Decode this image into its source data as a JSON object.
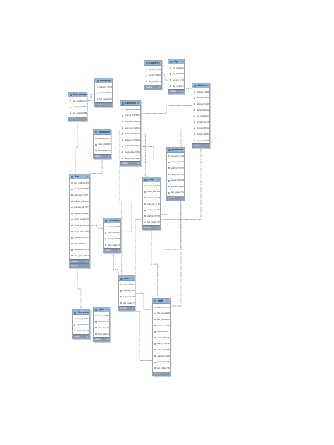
{
  "colors": {
    "header": "#9bb7d4",
    "section": "#8b9aad",
    "connector": "#555555",
    "primary_key": "#d9a520"
  },
  "tables": [
    {
      "id": "film_category",
      "name": "film_category",
      "columns": [
        "film_id SMALLINT(5)",
        "category_id TINYINT(3)",
        "last_update TIMESTAMP"
      ],
      "sections": [
        "Indexes"
      ]
    },
    {
      "id": "category",
      "name": "category",
      "columns": [
        "category_id TINYINT(3)",
        "name VARCHAR(25)",
        "last_update TIMESTAMP"
      ],
      "sections": [
        "Indexes"
      ]
    },
    {
      "id": "language",
      "name": "language",
      "columns": [
        "language_id TINYINT(3)",
        "name CHAR(20)",
        "last_update TIMESTAMP"
      ],
      "sections": [
        "Indexes"
      ]
    },
    {
      "id": "film",
      "name": "film",
      "columns": [
        "film_id SMALLINT(5)",
        "title VARCHAR(255)",
        "description TEXT",
        "release_year YEAR(4)",
        "language_id TINYINT(3)",
        "original_language_id TINYINT(3)",
        "rental_duration TINYINT(3)",
        "rental_rate DECIMAL(4,2)",
        "length SMALLINT(5)",
        "replacement_cost DECIMAL(5,2)",
        "rating ENUM(...)",
        "special_features SET(...)",
        "last_update TIMESTAMP"
      ],
      "sections": [
        "Indexes",
        "Triggers"
      ]
    },
    {
      "id": "film_actor",
      "name": "film_actor",
      "columns": [
        "actor_id SMALLINT(5)",
        "film_id SMALLINT(5)",
        "last_update TIMESTAMP"
      ],
      "sections": [
        "Indexes"
      ]
    },
    {
      "id": "actor",
      "name": "actor",
      "columns": [
        "actor_id SMALLINT(5)",
        "first_name VARCHAR(45)",
        "last_name VARCHAR(45)",
        "last_update TIMESTAMP"
      ],
      "sections": [
        "Indexes"
      ]
    },
    {
      "id": "inventory",
      "name": "inventory",
      "columns": [
        "inventory_id MEDIUMINT(8)",
        "film_id SMALLINT(5)",
        "store_id TINYINT(3)",
        "last_update TIMESTAMP"
      ],
      "sections": [
        "Indexes"
      ]
    },
    {
      "id": "customer",
      "name": "customer",
      "columns": [
        "customer_id SMALLINT(5)",
        "store_id TINYINT(3)",
        "first_name VARCHAR(45)",
        "last_name VARCHAR(45)",
        "email VARCHAR(50)",
        "address_id SMALLINT(5)",
        "active TINYINT(1)",
        "create_date DATETIME",
        "last_update TIMESTAMP"
      ],
      "sections": [
        "Indexes"
      ]
    },
    {
      "id": "rental",
      "name": "rental",
      "columns": [
        "rental_id INT(11)",
        "rental_date DATETIME",
        "inventory_id MEDIUMINT(8)",
        "customer_id SMALLINT(5)",
        "return_date DATETIME",
        "staff_id TINYINT(3)",
        "last_update TIMESTAMP"
      ],
      "sections": [
        "Indexes"
      ]
    },
    {
      "id": "payment",
      "name": "payment",
      "columns": [
        "payment_id SMALLINT(5)",
        "customer_id SMALLINT(5)",
        "staff_id TINYINT(3)",
        "rental_id INT(11)",
        "amount DECIMAL(5,2)",
        "payment_date DATETIME",
        "last_update TIMESTAMP"
      ],
      "sections": [
        "Indexes"
      ]
    },
    {
      "id": "store",
      "name": "store",
      "columns": [
        "store_id TINYINT(3)",
        "manager_staff_id TINYINT(3)",
        "address_id SMALLINT(5)",
        "last_update TIMESTAMP"
      ],
      "sections": [
        "Indexes"
      ]
    },
    {
      "id": "staff",
      "name": "staff",
      "columns": [
        "staff_id TINYINT(3)",
        "first_name VARCHAR(45)",
        "last_name VARCHAR(45)",
        "address_id SMALLINT(5)",
        "picture BLOB",
        "email VARCHAR(50)",
        "store_id TINYINT(3)",
        "active TINYINT(1)",
        "username VARCHAR(16)",
        "password VARCHAR(40)",
        "last_update TIMESTAMP"
      ],
      "sections": [
        "Indexes"
      ]
    },
    {
      "id": "country",
      "name": "country",
      "columns": [
        "country_id SMALLINT(5)",
        "country VARCHAR(50)",
        "last_update TIMESTAMP"
      ],
      "sections": [
        "Indexes"
      ]
    },
    {
      "id": "city",
      "name": "city",
      "columns": [
        "city_id SMALLINT(5)",
        "city VARCHAR(50)",
        "country_id SMALLINT(5)",
        "last_update TIMESTAMP"
      ],
      "sections": [
        "Indexes"
      ]
    },
    {
      "id": "address",
      "name": "address",
      "columns": [
        "address_id SMALLINT(5)",
        "address VARCHAR(50)",
        "address2 VARCHAR(50)",
        "district VARCHAR(20)",
        "city_id SMALLINT(5)",
        "postal_code VARCHAR(10)",
        "phone VARCHAR(20)",
        "location GEOMETRY",
        "last_update TIMESTAMP"
      ],
      "sections": [
        "Indexes"
      ]
    }
  ]
}
